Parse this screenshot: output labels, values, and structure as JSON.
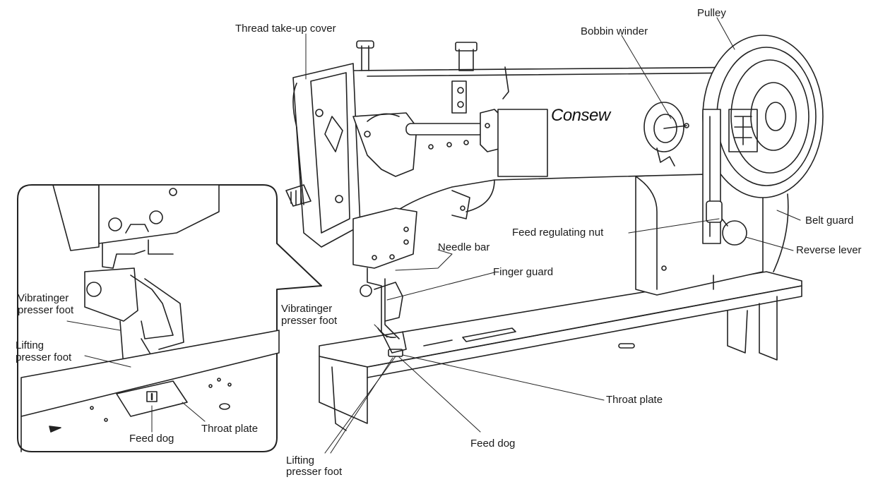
{
  "brand": "Consew",
  "labels": {
    "thread_takeup_cover": "Thread take-up cover",
    "bobbin_winder": "Bobbin winder",
    "pulley": "Pulley",
    "belt_guard": "Belt guard",
    "feed_regulating_nut": "Feed regulating nut",
    "reverse_lever": "Reverse lever",
    "needle_bar": "Needle bar",
    "finger_guard": "Finger guard",
    "vibrating_presser_foot_l1": "Vibratinger",
    "vibrating_presser_foot_l2": "presser foot",
    "throat_plate": "Throat plate",
    "feed_dog": "Feed dog",
    "lifting_presser_foot_l1": "Lifting",
    "lifting_presser_foot_l2": "presser foot"
  },
  "inset_labels": {
    "vibrating_presser_foot_l1": "Vibratinger",
    "vibrating_presser_foot_l2": "presser foot",
    "lifting_presser_foot_l1": "Lifting",
    "lifting_presser_foot_l2": "presser foot",
    "feed_dog": "Feed dog",
    "throat_plate": "Throat plate"
  }
}
